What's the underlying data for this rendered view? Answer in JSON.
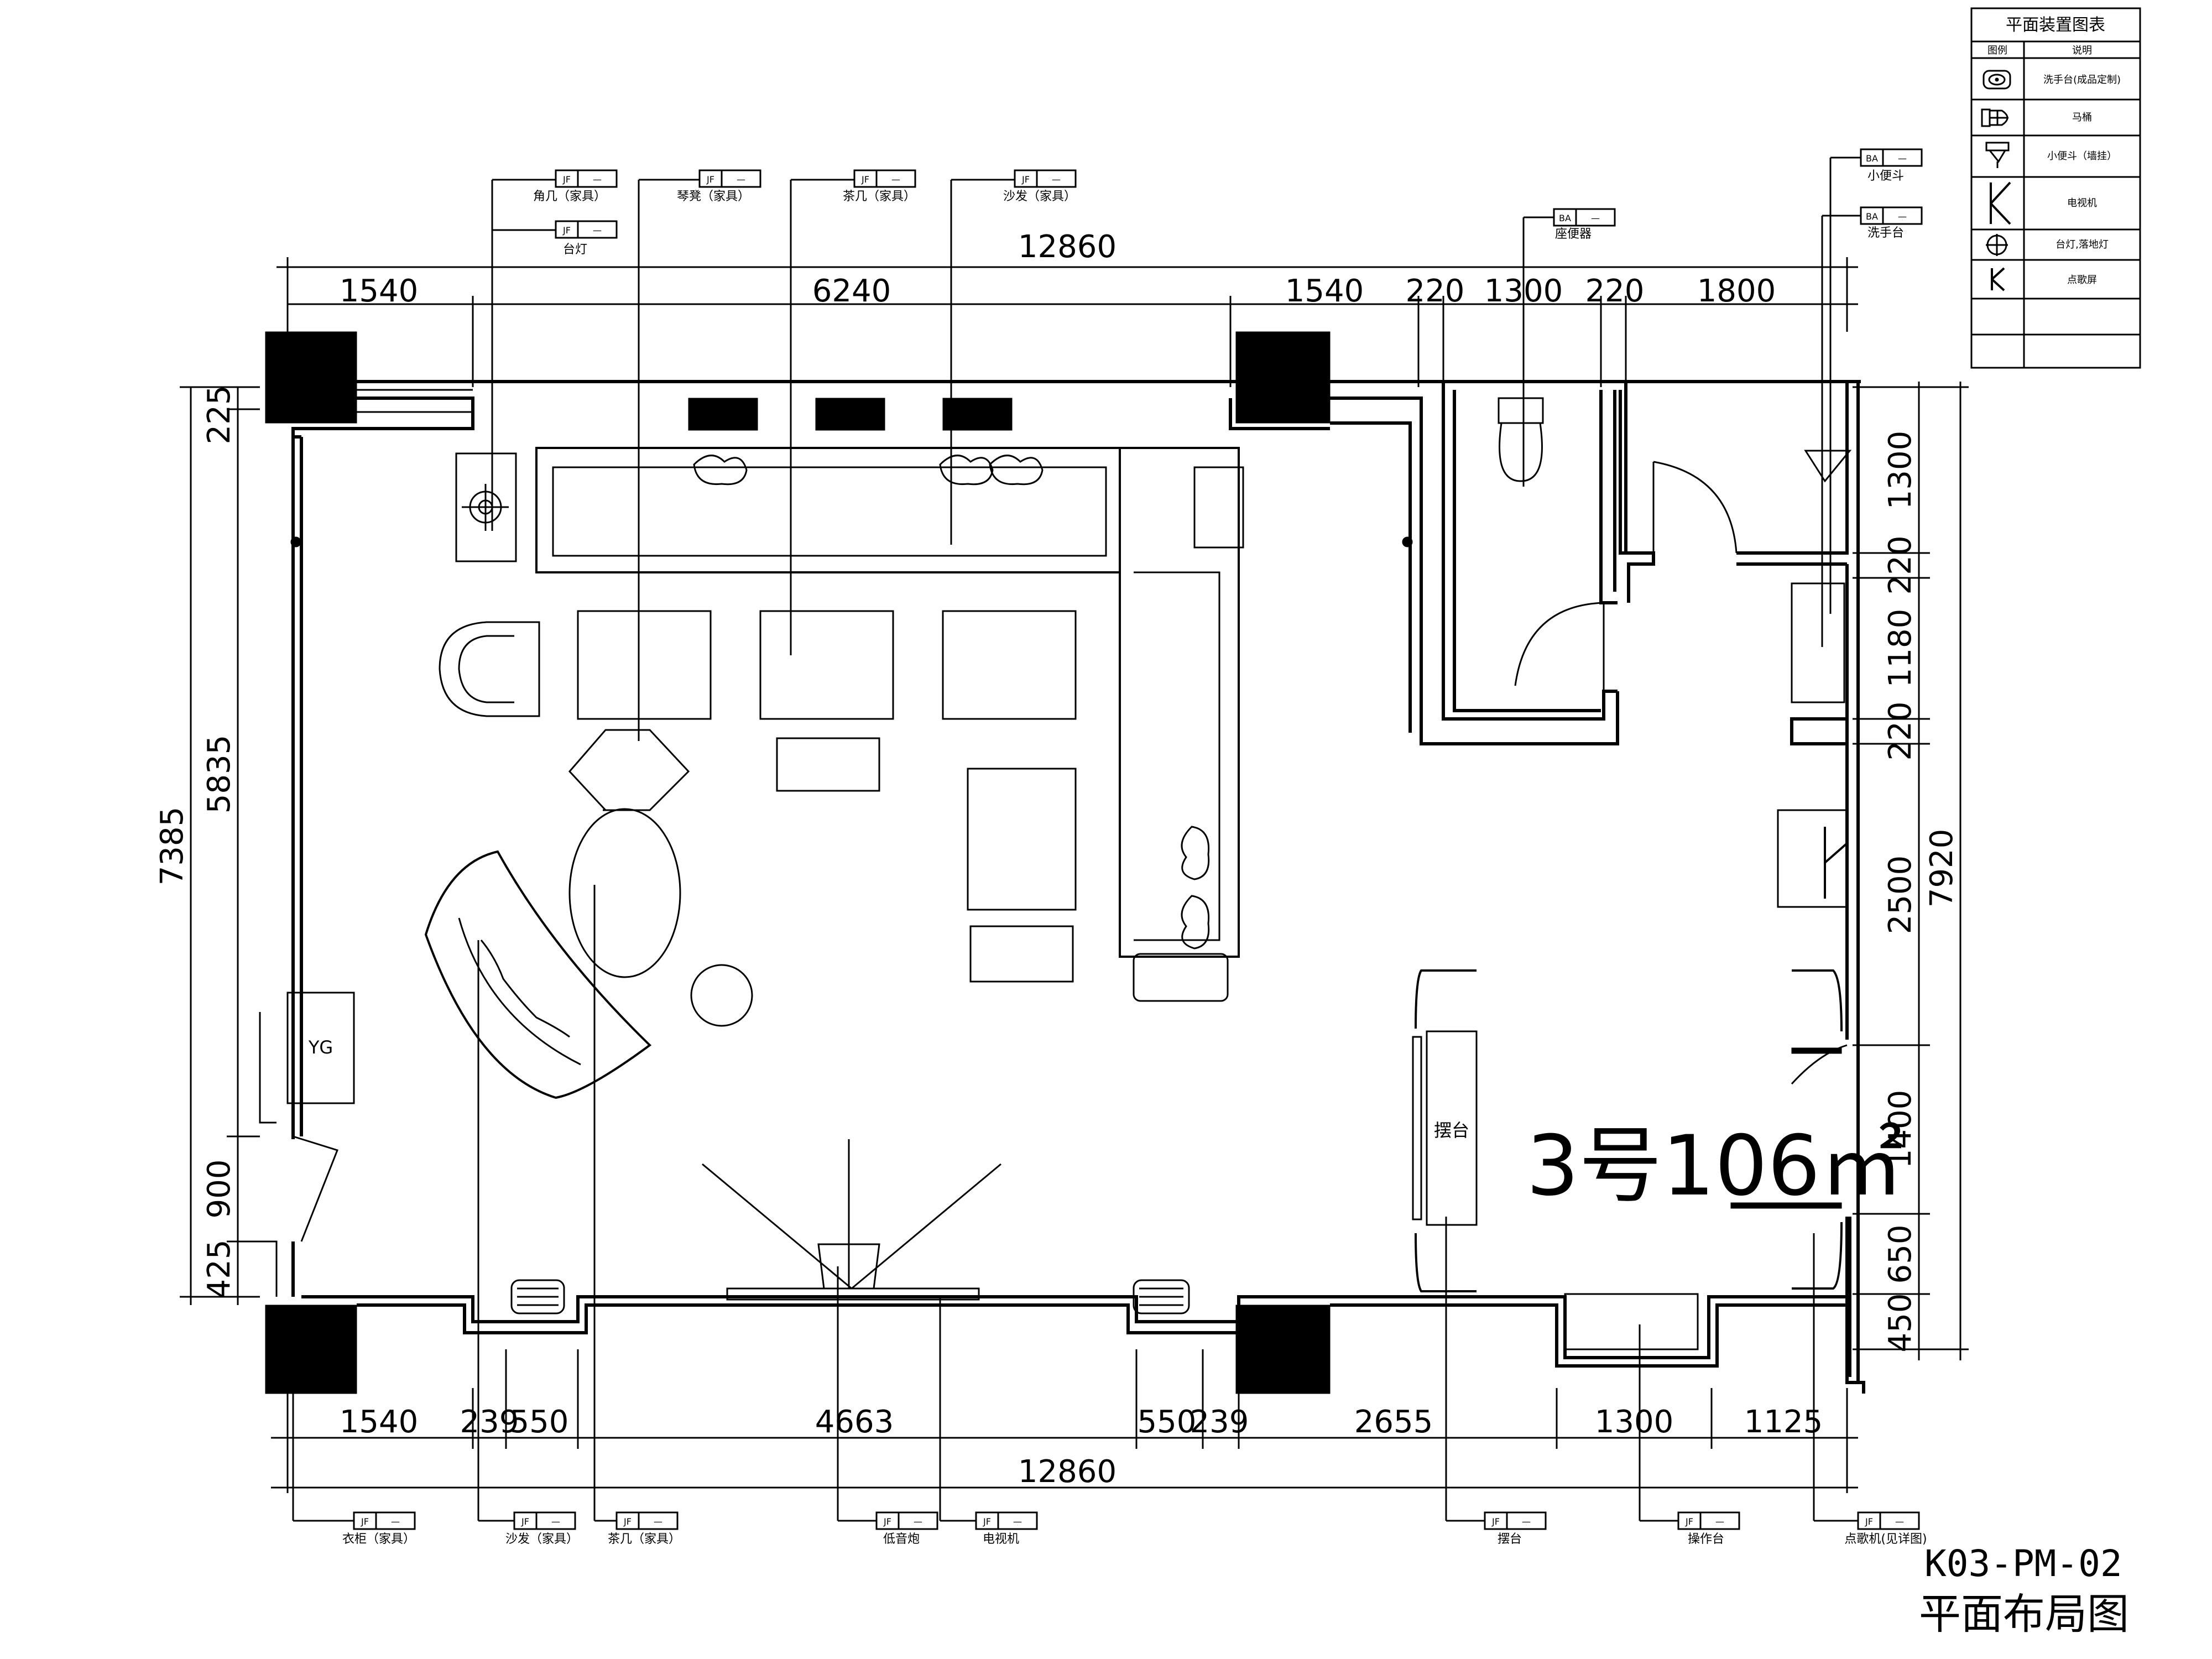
{
  "drawing": {
    "code": "K03-PM-02",
    "title": "平面布局图",
    "room_label": "3号106㎡"
  },
  "legend": {
    "title": "平面装置图表",
    "col_symbol": "图例",
    "col_desc": "说明",
    "items": [
      {
        "icon": "washbasin-icon",
        "desc": "洗手台(成品定制)"
      },
      {
        "icon": "toilet-icon",
        "desc": "马桶"
      },
      {
        "icon": "urinal-icon",
        "desc": "小便斗（墙挂）"
      },
      {
        "icon": "tv-icon",
        "desc": "电视机"
      },
      {
        "icon": "lamp-icon",
        "desc": "台灯,落地灯"
      },
      {
        "icon": "karaoke-icon",
        "desc": "点歌屏"
      }
    ]
  },
  "top_tags": [
    {
      "code": "JF",
      "label": "角几（家具）"
    },
    {
      "code": "JF",
      "label": "台灯"
    },
    {
      "code": "JF",
      "label": "琴凳（家具）"
    },
    {
      "code": "JF",
      "label": "茶几（家具）"
    },
    {
      "code": "JF",
      "label": "沙发（家具）"
    },
    {
      "code": "BA",
      "label": "座便器"
    },
    {
      "code": "BA",
      "label": "小便斗"
    },
    {
      "code": "BA",
      "label": "洗手台"
    }
  ],
  "bottom_tags": [
    {
      "code": "JF",
      "label": "衣柜（家具）"
    },
    {
      "code": "JF",
      "label": "沙发（家具）"
    },
    {
      "code": "JF",
      "label": "茶几（家具）"
    },
    {
      "code": "JF",
      "label": "低音炮"
    },
    {
      "code": "JF",
      "label": "电视机"
    },
    {
      "code": "JF",
      "label": "摆台"
    },
    {
      "code": "JF",
      "label": "操作台"
    },
    {
      "code": "JF",
      "label": "点歌机(见详图)"
    }
  ],
  "tag_dash": "—",
  "dims": {
    "top_total": "12860",
    "top": [
      "1540",
      "6240",
      "1540",
      "220",
      "1300",
      "220",
      "1800"
    ],
    "bottom": [
      "1540",
      "239",
      "550",
      "4663",
      "550",
      "239",
      "2655",
      "1300",
      "1125"
    ],
    "bottom_total": "12860",
    "left_total": "7385",
    "left": [
      "225",
      "5835",
      "900",
      "425"
    ],
    "right": [
      "1300",
      "220",
      "1180",
      "220",
      "2500",
      "1400",
      "650",
      "450"
    ],
    "right_total": "7920"
  },
  "furniture_labels": {
    "wardrobe": "YG",
    "display_stand": "摆台"
  }
}
